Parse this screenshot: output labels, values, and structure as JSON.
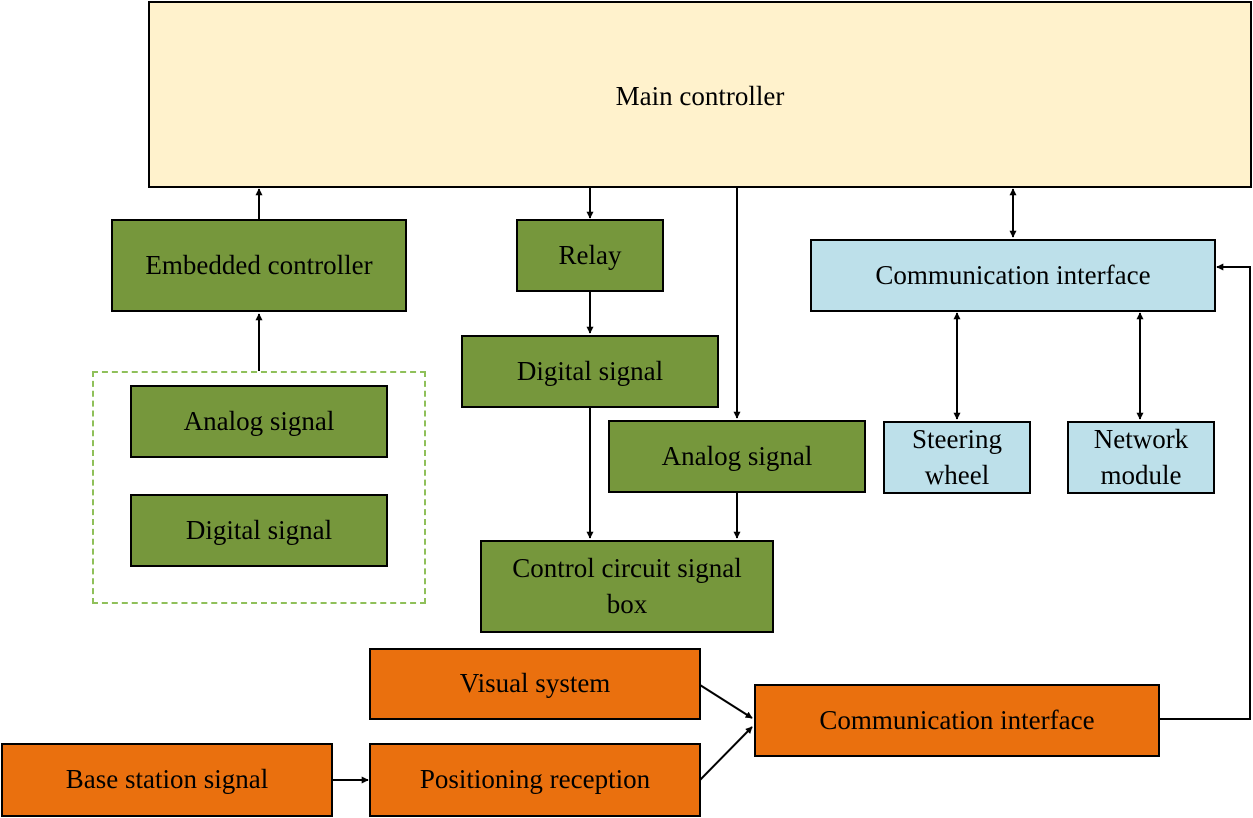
{
  "colors": {
    "main_fill": "#fff2cc",
    "green_fill": "#76973c",
    "blue_fill": "#bde0ea",
    "orange_fill": "#ea700e",
    "dashed_outline": "#8fc05a",
    "stroke": "#000000"
  },
  "nodes": {
    "main_controller": "Main controller",
    "embedded_controller": "Embedded controller",
    "analog_signal_left": "Analog signal",
    "digital_signal_left": "Digital signal",
    "relay": "Relay",
    "digital_signal_mid": "Digital signal",
    "analog_signal_mid": "Analog signal",
    "control_circuit_box": "Control circuit signal box",
    "comm_interface_top": "Communication interface",
    "steering_wheel": "Steering wheel",
    "network_module": "Network module",
    "visual_system": "Visual system",
    "base_station_signal": "Base station signal",
    "positioning_reception": "Positioning reception",
    "comm_interface_bottom": "Communication interface"
  },
  "edges": [
    {
      "from": "embedded_controller",
      "to": "main_controller",
      "direction": "forward"
    },
    {
      "from": "analog_signal_left",
      "to": "embedded_controller",
      "direction": "forward"
    },
    {
      "from": "main_controller",
      "to": "relay",
      "direction": "forward"
    },
    {
      "from": "relay",
      "to": "digital_signal_mid",
      "direction": "forward"
    },
    {
      "from": "digital_signal_mid",
      "to": "control_circuit_box",
      "direction": "forward"
    },
    {
      "from": "main_controller",
      "to": "analog_signal_mid",
      "direction": "forward"
    },
    {
      "from": "analog_signal_mid",
      "to": "control_circuit_box",
      "direction": "forward"
    },
    {
      "from": "main_controller",
      "to": "comm_interface_top",
      "direction": "both"
    },
    {
      "from": "comm_interface_top",
      "to": "steering_wheel",
      "direction": "both"
    },
    {
      "from": "comm_interface_top",
      "to": "network_module",
      "direction": "both"
    },
    {
      "from": "base_station_signal",
      "to": "positioning_reception",
      "direction": "forward"
    },
    {
      "from": "visual_system",
      "to": "comm_interface_bottom",
      "direction": "forward"
    },
    {
      "from": "positioning_reception",
      "to": "comm_interface_bottom",
      "direction": "forward"
    },
    {
      "from": "comm_interface_bottom",
      "to": "comm_interface_top",
      "direction": "forward"
    }
  ]
}
